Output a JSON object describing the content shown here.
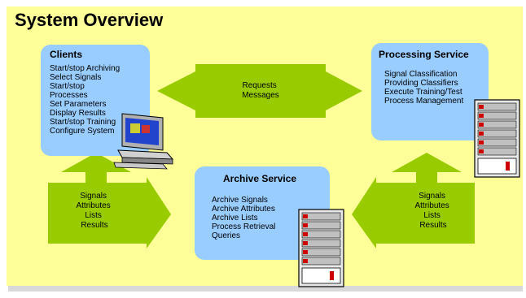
{
  "title": "System Overview",
  "clients": {
    "heading": "Clients",
    "lines": [
      "Start/stop Archiving",
      "Select Signals",
      "Start/stop",
      "Processes",
      "Set Parameters",
      "Display Results",
      "",
      "Start/stop Training",
      "Configure System"
    ]
  },
  "processing": {
    "heading": "Processing Service",
    "lines": [
      "Signal Classification",
      "Providing Classifiers",
      "Execute Training/Test",
      "",
      "Process Management"
    ]
  },
  "archive": {
    "heading": "Archive Service",
    "lines": [
      "Archive Signals",
      "Archive Attributes",
      "Archive Lists",
      "Process Retrieval",
      "Queries"
    ]
  },
  "requests_arrow": {
    "lines": [
      "Requests",
      "Messages"
    ]
  },
  "left_arrow": {
    "lines": [
      "Signals",
      "Attributes",
      "Lists",
      "",
      "Results"
    ]
  },
  "right_arrow": {
    "lines": [
      "Signals",
      "Attributes",
      "Lists",
      "",
      "Results"
    ]
  },
  "icons": {
    "computer": "computer-icon",
    "server": "server-rack-icon"
  },
  "colors": {
    "slide": "#ffff99",
    "box": "#99ccff",
    "arrow": "#99cc00",
    "server_red": "#cc0000"
  }
}
